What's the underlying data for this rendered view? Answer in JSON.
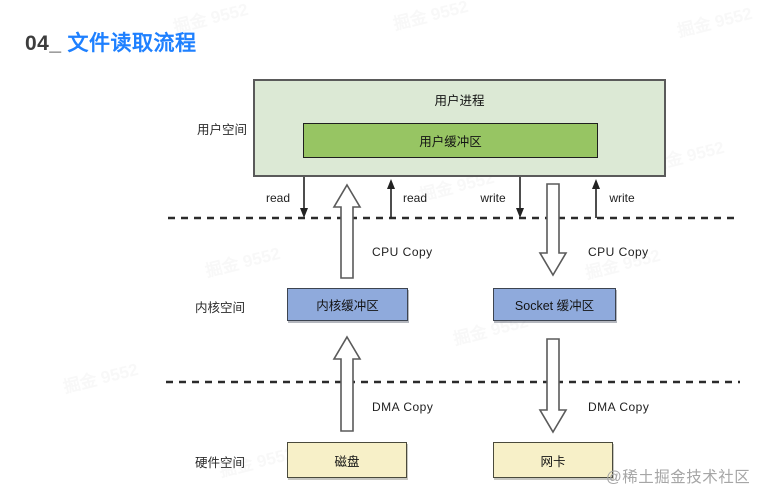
{
  "page": {
    "title_prefix": "04_",
    "title": "文件读取流程",
    "community_watermark": "@稀土掘金技术社区",
    "background_watermark": "掘金 9552"
  },
  "diagram": {
    "layer_labels": {
      "user_space": "用户空间",
      "kernel_space": "内核空间",
      "hardware_space": "硬件空间"
    },
    "boxes": {
      "user_process": "用户进程",
      "user_buffer": "用户缓冲区",
      "kernel_buffer": "内核缓冲区",
      "socket_buffer": "Socket 缓冲区",
      "disk": "磁盘",
      "nic": "网卡"
    },
    "syscall_labels": {
      "read_down": "read",
      "read_up": "read",
      "write_down": "write",
      "write_up": "write"
    },
    "copy_labels": {
      "cpu_copy_left": "CPU Copy",
      "cpu_copy_right": "CPU Copy",
      "dma_copy_left": "DMA Copy",
      "dma_copy_right": "DMA Copy"
    },
    "colors": {
      "title_accent": "#1e80ff",
      "user_process_fill": "#dce9d5",
      "user_buffer_fill": "#97c563",
      "kernel_box_fill": "#8faadc",
      "hardware_box_fill": "#f7f0c8",
      "watermark_gray": "#a6a6a6"
    }
  }
}
